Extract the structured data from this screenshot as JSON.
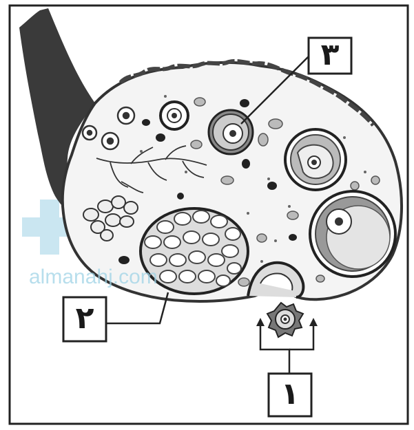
{
  "labels": {
    "label_1": "١",
    "label_2": "٢",
    "label_3": "٣"
  },
  "watermark": {
    "text": "almanahj.com",
    "color": "#9fd3e6"
  }
}
